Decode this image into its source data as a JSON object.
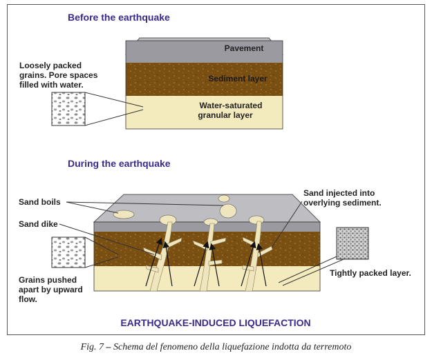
{
  "headings": {
    "before": "Before the earthquake",
    "during": "During the earthquake",
    "main_title": "EARTHQUAKE-INDUCED LIQUEFACTION"
  },
  "before_layers": {
    "pavement": "Pavement",
    "sediment": "Sediment layer",
    "saturated_line1": "Water-saturated",
    "saturated_line2": "granular layer"
  },
  "before_callout": {
    "line1": "Loosely packed",
    "line2": "grains. Pore spaces",
    "line3": "filled with water."
  },
  "during_labels": {
    "sand_boils": "Sand boils",
    "sand_dike": "Sand dike",
    "injected_line1": "Sand injected into",
    "injected_line2": "overlying sediment.",
    "grains_line1": "Grains pushed",
    "grains_line2": "apart by upward",
    "grains_line3": "flow.",
    "tight": "Tightly packed layer."
  },
  "caption": {
    "prefix": "Fig. 7",
    "dash": " – ",
    "text": "Schema del fenomeno della liquefazione indotta da terremoto"
  },
  "colors": {
    "heading": "#3a2a8c",
    "pavement": "#9a9aa0",
    "pavement_top": "#bdbdc2",
    "sediment": "#7a4f12",
    "sediment_dark": "#5e3a0c",
    "granular": "#f3ebbe",
    "dike": "#efe6bd"
  }
}
